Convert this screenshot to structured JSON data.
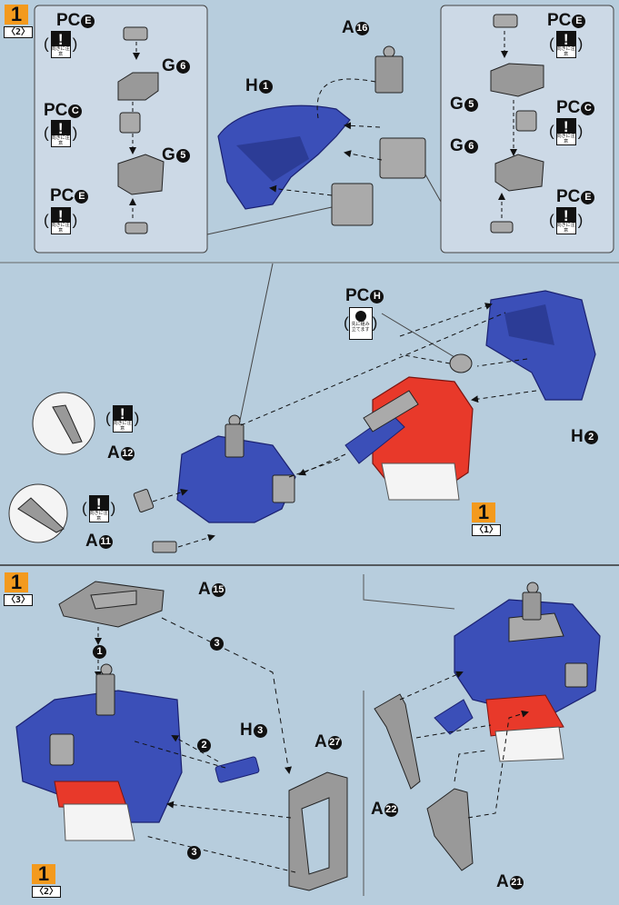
{
  "steps": {
    "top": {
      "number": "1",
      "sub": "〈2〉"
    },
    "mid_ref": {
      "number": "1",
      "sub": "〈1〉"
    },
    "bottom": {
      "number": "1",
      "sub": "〈3〉"
    },
    "bottom_ref": {
      "number": "1",
      "sub": "〈2〉"
    }
  },
  "left_inset": {
    "pce_top": {
      "code": "PC",
      "letter": "E"
    },
    "g6": {
      "code": "G",
      "num": "6"
    },
    "pcc": {
      "code": "PC",
      "letter": "C"
    },
    "g5": {
      "code": "G",
      "num": "5"
    },
    "pce_bottom": {
      "code": "PC",
      "letter": "E"
    }
  },
  "right_inset": {
    "pce_top": {
      "code": "PC",
      "letter": "E"
    },
    "g5": {
      "code": "G",
      "num": "5"
    },
    "pcc": {
      "code": "PC",
      "letter": "C"
    },
    "g6": {
      "code": "G",
      "num": "6"
    },
    "pce_bottom": {
      "code": "PC",
      "letter": "E"
    }
  },
  "warning": {
    "open": "(",
    "mark": "!",
    "small": "向きに注意",
    "close": ")"
  },
  "pch": {
    "code": "PC",
    "letter": "H",
    "small_a": "先に組み",
    "small_b": "立てます",
    "open": "(",
    "close": ")"
  },
  "parts": {
    "a16": {
      "code": "A",
      "num": "16"
    },
    "h1": {
      "code": "H",
      "num": "1"
    },
    "h2": {
      "code": "H",
      "num": "2"
    },
    "a12": {
      "code": "A",
      "num": "12"
    },
    "a11": {
      "code": "A",
      "num": "11"
    },
    "a15": {
      "code": "A",
      "num": "15"
    },
    "h3": {
      "code": "H",
      "num": "3"
    },
    "a27": {
      "code": "A",
      "num": "27"
    },
    "a22": {
      "code": "A",
      "num": "22"
    },
    "a21": {
      "code": "A",
      "num": "21"
    }
  },
  "order_marks": [
    "1",
    "2",
    "3",
    "3"
  ],
  "colors": {
    "background": "#b7cddd",
    "inset": "#ccd9e6",
    "step_box": "#f39a1e",
    "blue_armor": "#3b4fb8",
    "red_armor": "#e8392a",
    "white_armor": "#f4f4f4",
    "gray_part": "#8e8e8e"
  }
}
